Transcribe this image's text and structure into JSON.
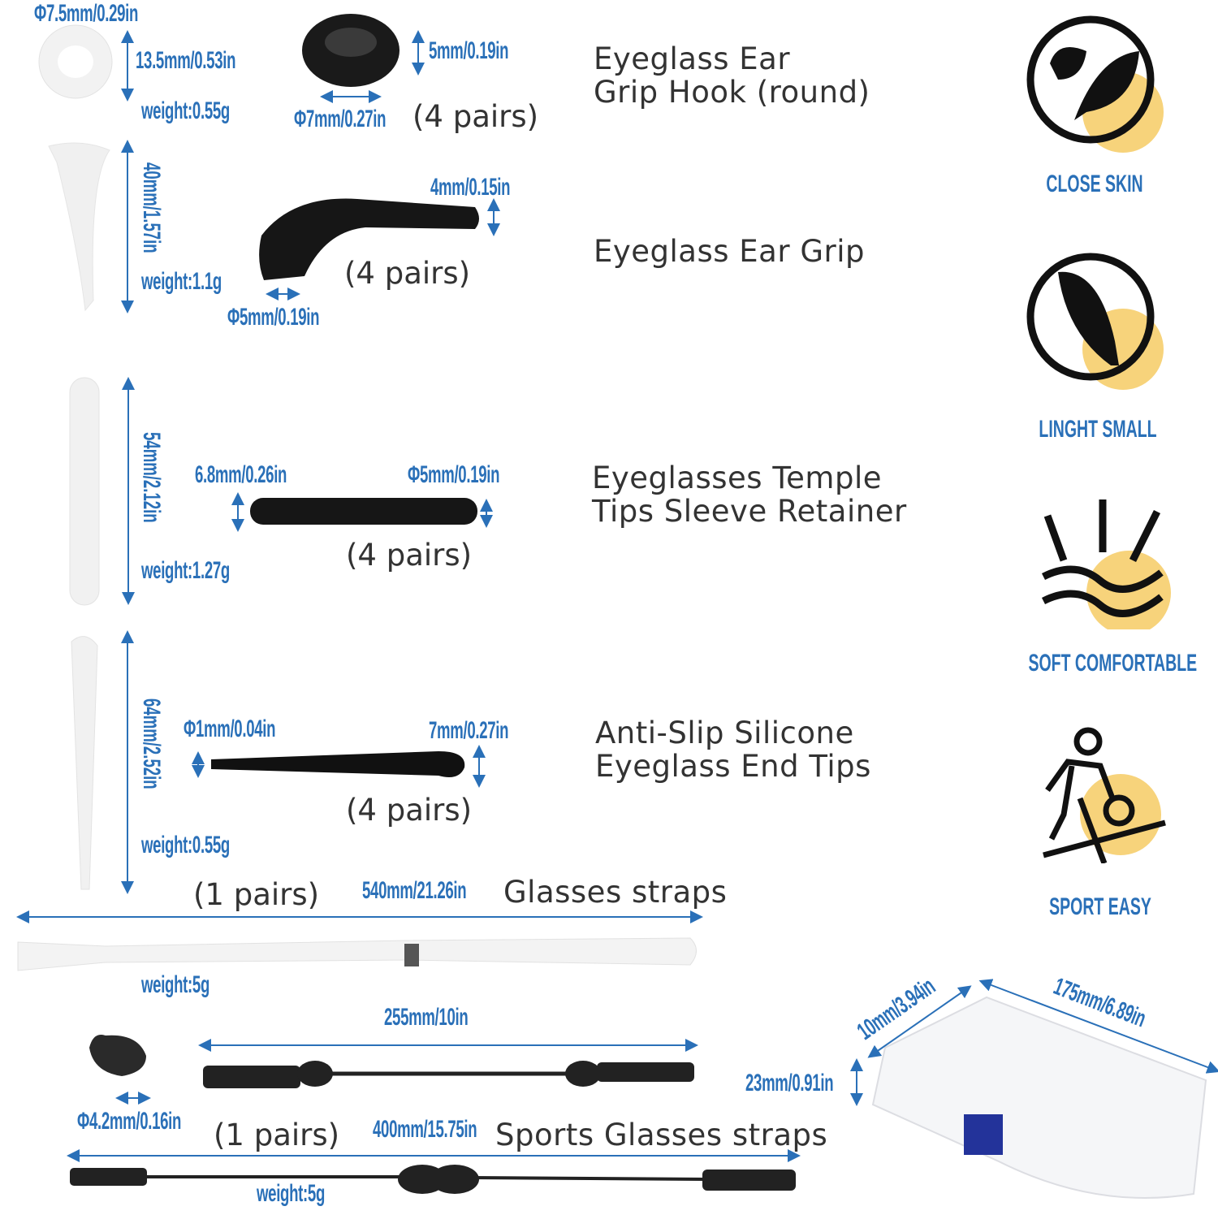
{
  "colors": {
    "accent": "#2a70b8",
    "badge": "#f7d37b",
    "ink": "#111111"
  },
  "items": [
    {
      "title_line1": "Eyeglass Ear",
      "title_line2": "Grip Hook (round)",
      "pairs": "(4 pairs)",
      "dims": {
        "inner": "Φ7.5mm/0.29in",
        "outer": "13.5mm/0.53in",
        "weight": "weight:0.55g",
        "height": "5mm/0.19in",
        "diameter": "Φ7mm/0.27in"
      }
    },
    {
      "title_line1": "Eyeglass Ear Grip",
      "pairs": "(4 pairs)",
      "dims": {
        "length": "40mm/1.57in",
        "weight": "weight:1.1g",
        "thickness": "4mm/0.15in",
        "diameter": "Φ5mm/0.19in"
      }
    },
    {
      "title_line1": "Eyeglasses Temple",
      "title_line2": "Tips Sleeve Retainer",
      "pairs": "(4 pairs)",
      "dims": {
        "length": "54mm/2.12in",
        "weight": "weight:1.27g",
        "width": "6.8mm/0.26in",
        "diameter": "Φ5mm/0.19in"
      }
    },
    {
      "title_line1": "Anti-Slip Silicone",
      "title_line2": "Eyeglass End Tips",
      "pairs": "(4 pairs)",
      "dims": {
        "length": "64mm/2.52in",
        "weight": "weight:0.55g",
        "small": "Φ1mm/0.04in",
        "large": "7mm/0.27in"
      }
    },
    {
      "title_line1": "Glasses straps",
      "pairs": "(1 pairs)",
      "dims": {
        "length": "540mm/21.26in",
        "weight": "weight:5g"
      }
    },
    {
      "title_line1": "Sports Glasses straps",
      "pairs": "(1 pairs)",
      "dims": {
        "adjust": "255mm/10in",
        "diameter": "Φ4.2mm/0.16in",
        "length": "400mm/15.75in",
        "weight": "weight:5g"
      }
    }
  ],
  "box": {
    "width": "10mm/3.94in",
    "length": "175mm/6.89in",
    "height": "23mm/0.91in"
  },
  "features": [
    {
      "label": "CLOSE SKIN",
      "icon": "leaves-icon"
    },
    {
      "label": "LINGHT SMALL",
      "icon": "feather-icon"
    },
    {
      "label": "SOFT COMFORTABLE",
      "icon": "waves-arrows-icon"
    },
    {
      "label": "SPORT EASY",
      "icon": "sport-person-icon"
    }
  ]
}
